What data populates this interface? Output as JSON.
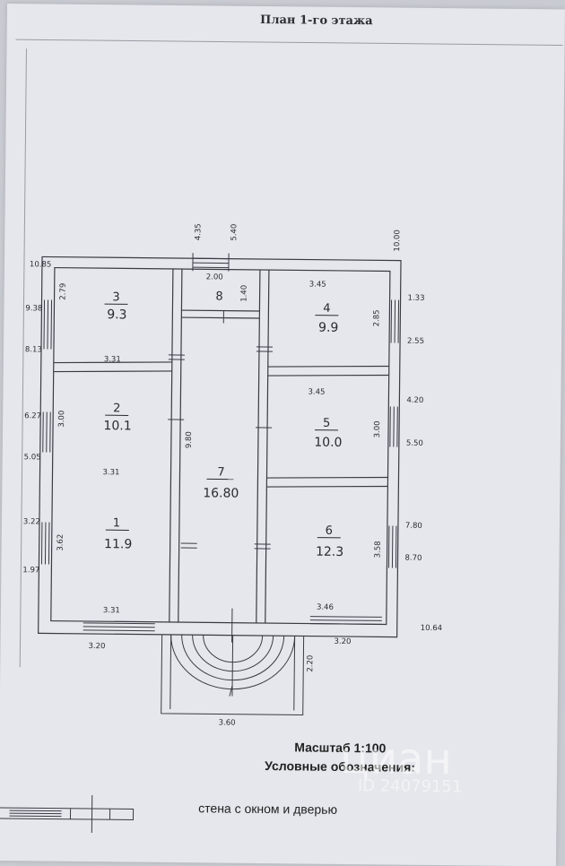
{
  "title": "План 1-го этажа",
  "scale_label": "Масштаб 1:100",
  "legend_title": "Условные обозначения:",
  "legend_wall_label": "стена с окном и дверью",
  "watermark": "циан",
  "watermark_id": "ID 24079151",
  "rooms": [
    {
      "number": "1",
      "area": "11.9"
    },
    {
      "number": "2",
      "area": "10.1"
    },
    {
      "number": "3",
      "area": "9.3"
    },
    {
      "number": "4",
      "area": "9.9"
    },
    {
      "number": "5",
      "area": "10.0"
    },
    {
      "number": "6",
      "area": "12.3"
    },
    {
      "number": "7",
      "area": "16.80"
    },
    {
      "number": "8",
      "area": ""
    }
  ],
  "dimensions": {
    "left_outer": [
      "10.85",
      "9.38",
      "8.13",
      "6.27",
      "5.05",
      "3.22",
      "1.97"
    ],
    "top": [
      "4.35",
      "5.40",
      "10.00"
    ],
    "right_outer": [
      "1.33",
      "2.55",
      "4.20",
      "5.50",
      "7.80",
      "8.70",
      "10.64"
    ],
    "room3_width": "3.31",
    "room3_height": "2.79",
    "room2_height": "3.00",
    "room2_width": "3.31",
    "room1_height": "3.62",
    "room1_width": "3.31",
    "room8_width": "2.00",
    "room8_height": "1.40",
    "room4_width": "3.45",
    "room4_height": "2.85",
    "room5_width": "3.45",
    "room5_height": "3.00",
    "room6_height": "3.58",
    "room6_width": "3.46",
    "corridor_length": "9.80",
    "bottom_left": "3.20",
    "bottom_right": "3.20",
    "porch_depth": "2.20",
    "porch_width": "3.60"
  },
  "colors": {
    "paper": "#e6e7ec",
    "line": "#3a3a44",
    "text": "#2a2a32"
  }
}
